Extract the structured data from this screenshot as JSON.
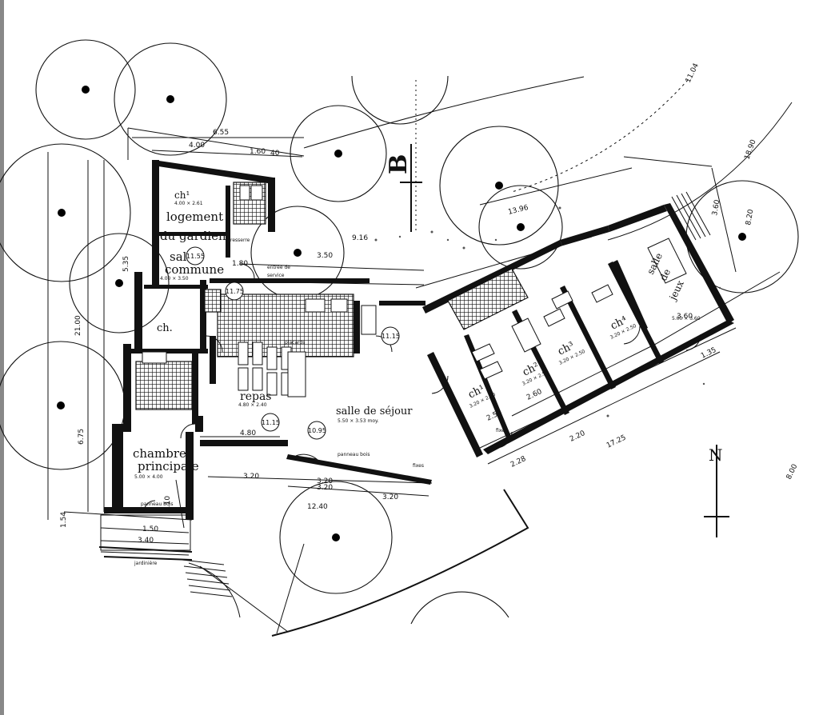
{
  "title_marker": "B",
  "north_label": "N",
  "rooms": {
    "ch1": "ch¹",
    "ch1_size": "4.00 × 2.61",
    "logement": "logement",
    "du_gardien": "du gardien",
    "salle": "salle",
    "commune": "commune",
    "commune_size": "4.00 × 3.50",
    "ch": "ch.",
    "repas": "repas",
    "repas_size": "4.80 × 2.40",
    "salle_de_sejour": "salle de séjour",
    "sejour_size": "5.50 × 3.53 moy.",
    "chambre": "chambre",
    "principale": "principale",
    "principale_size": "5.00 × 4.00",
    "salle_de": "salle",
    "de": "de",
    "jeux": "jeux",
    "jeux_size": "5.00 × 3.60",
    "ch_a": "ch¹",
    "ch_b": "ch²",
    "ch_c": "ch³",
    "ch_d": "ch⁴",
    "ch_size": "3.20 × 2.50",
    "placards": "placards",
    "resserre": "resserre",
    "entree": "entrée de",
    "service": "service",
    "jardiniere": "jardinière",
    "panneau_bois": "panneau bois",
    "fixes": "fixes",
    "fixe": "fixe"
  },
  "levels": [
    "11.55",
    "11.75",
    "11.15",
    "11.15",
    "10.95"
  ],
  "dimensions": {
    "d6_55": "6.55",
    "d4_00": "4.00",
    "d1_60": "1.60",
    "d40a": "40",
    "d5_35": "5.35",
    "d21_00": "21.00",
    "d6_75": "6.75",
    "d4_80": "4.80",
    "d1_50": "1.50",
    "d3_20": "3.20",
    "d3_20b": "3.20",
    "d3_20c": "3.20",
    "d3_20d": "3.20",
    "d3_40": "3.40",
    "d12_40": "12.40",
    "d13_96": "13.96",
    "d17_25": "17.25",
    "d18_90": "18.90",
    "d11_04": "11.04",
    "d8_00": "8.00",
    "d8_20": "8.20",
    "d3_60": "3.60",
    "d3_50": "3.50",
    "d2_50": "2.50",
    "d2_60": "2.60",
    "d2_20": "2.20",
    "d1_35": "1.35",
    "d2_28": "2.28",
    "d6_10": "6.10",
    "d1_54": "1.54",
    "d9_16": "9.16",
    "d3_60b": "3.60",
    "d1_80": "1.80"
  }
}
